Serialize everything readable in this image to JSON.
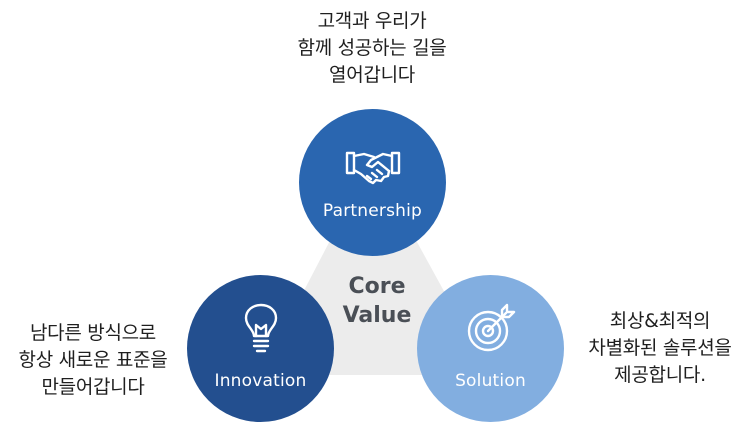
{
  "captions": {
    "top": [
      "고객과 우리가",
      "함께 성공하는 길을",
      "열어갑니다"
    ],
    "left": [
      "남다른 방식으로",
      "항상 새로운 표준을",
      "만들어갑니다"
    ],
    "right": [
      "최상&최적의",
      "차별화된 솔루션을",
      "제공합니다."
    ]
  },
  "center": {
    "line1": "Core",
    "line2": "Value"
  },
  "values": [
    {
      "label": "Partnership",
      "icon": "handshake-icon",
      "color": "#2a66b0"
    },
    {
      "label": "Innovation",
      "icon": "lightbulb-icon",
      "color": "#234f8f"
    },
    {
      "label": "Solution",
      "icon": "target-icon",
      "color": "#82aee0"
    }
  ],
  "colors": {
    "triangle": "#ececec",
    "text": "#1f1f1f",
    "core_text": "#4a4f56"
  }
}
